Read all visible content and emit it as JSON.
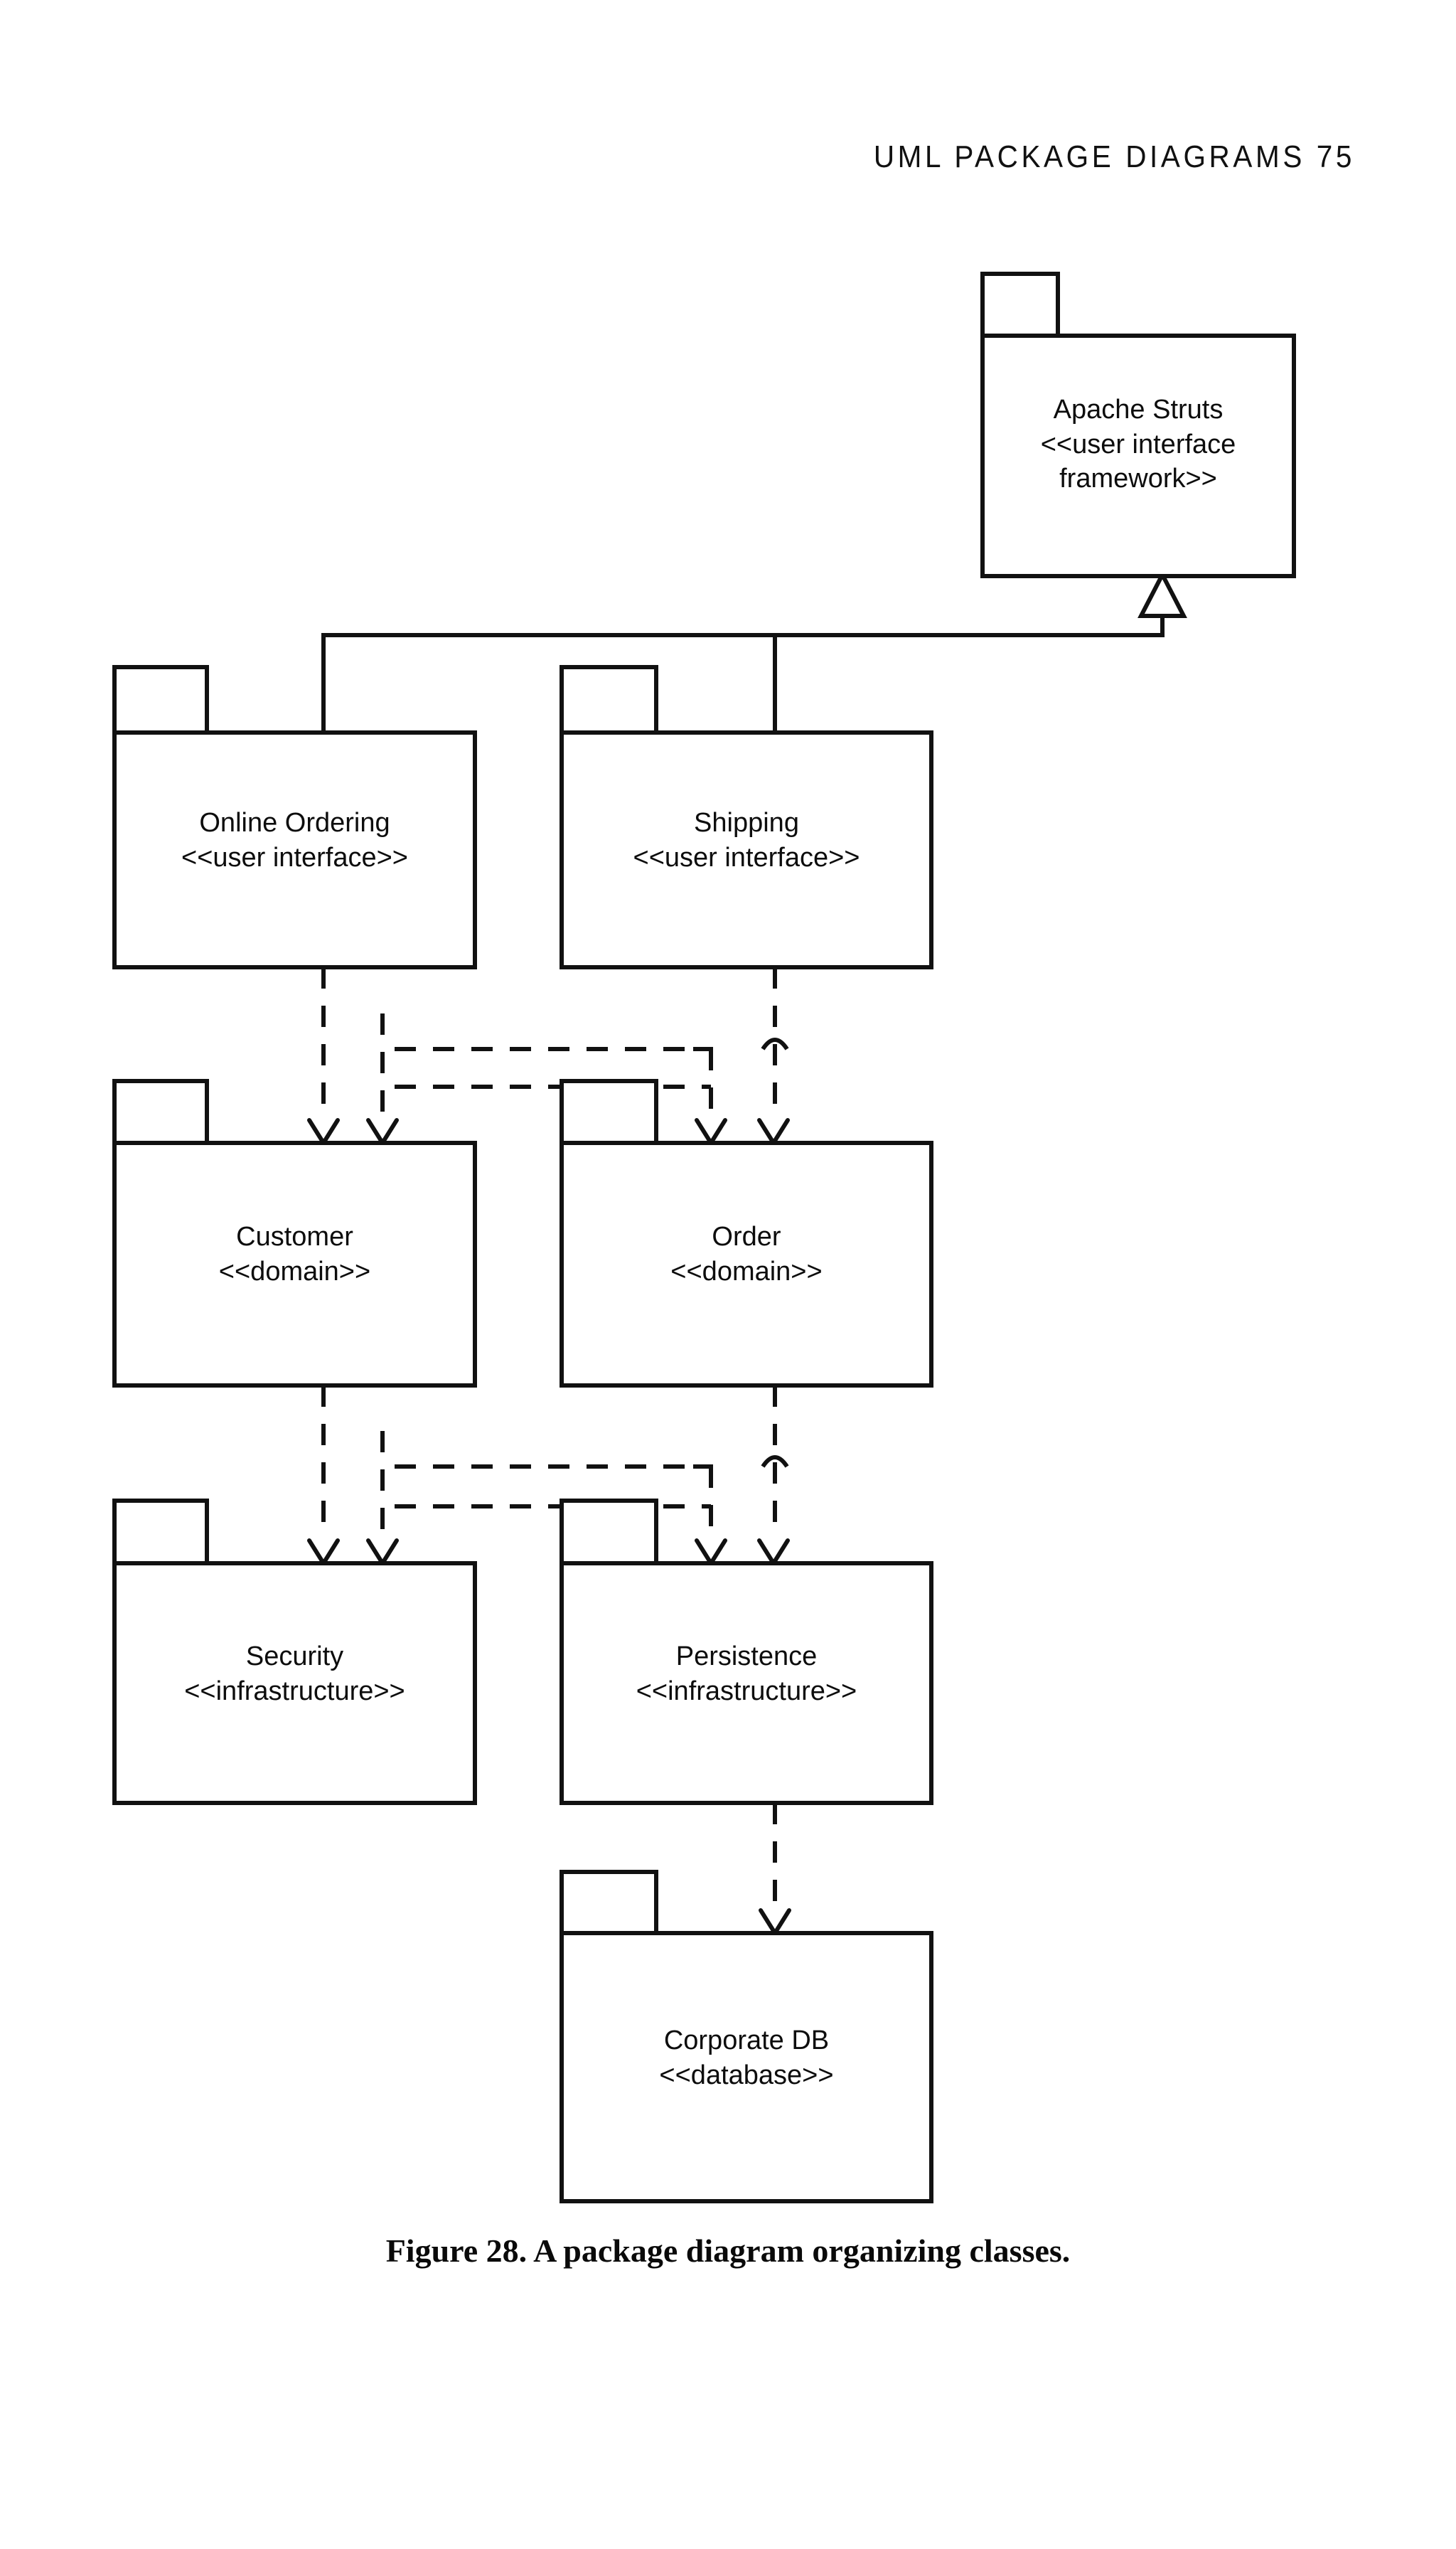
{
  "page": {
    "running_head": "UML PACKAGE DIAGRAMS 75",
    "caption": "Figure 28.  A package diagram organizing classes.",
    "background_color": "#ffffff",
    "line_color": "#111111"
  },
  "diagram": {
    "type": "uml-package-diagram",
    "packages": [
      {
        "id": "apache-struts",
        "name": "Apache Struts",
        "stereotype": "<<user interface framework>>",
        "label_lines": [
          "Apache Struts",
          "<<user interface",
          "framework>>"
        ],
        "layer": "framework"
      },
      {
        "id": "online-ordering",
        "name": "Online Ordering",
        "stereotype": "<<user interface>>",
        "label_lines": [
          "Online Ordering",
          "<<user interface>>"
        ],
        "layer": "user interface"
      },
      {
        "id": "shipping",
        "name": "Shipping",
        "stereotype": "<<user interface>>",
        "label_lines": [
          "Shipping",
          "<<user interface>>"
        ],
        "layer": "user interface"
      },
      {
        "id": "customer",
        "name": "Customer",
        "stereotype": "<<domain>>",
        "label_lines": [
          "Customer",
          "<<domain>>"
        ],
        "layer": "domain"
      },
      {
        "id": "order",
        "name": "Order",
        "stereotype": "<<domain>>",
        "label_lines": [
          "Order",
          "<<domain>>"
        ],
        "layer": "domain"
      },
      {
        "id": "security",
        "name": "Security",
        "stereotype": "<<infrastructure>>",
        "label_lines": [
          "Security",
          "<<infrastructure>>"
        ],
        "layer": "infrastructure"
      },
      {
        "id": "persistence",
        "name": "Persistence",
        "stereotype": "<<infrastructure>>",
        "label_lines": [
          "Persistence",
          "<<infrastructure>>"
        ],
        "layer": "infrastructure"
      },
      {
        "id": "corporate-db",
        "name": "Corporate DB",
        "stereotype": "<<database>>",
        "label_lines": [
          "Corporate DB",
          "<<database>>"
        ],
        "layer": "database"
      }
    ],
    "relationships": [
      {
        "kind": "generalization",
        "from": "online-ordering",
        "to": "apache-struts"
      },
      {
        "kind": "generalization",
        "from": "shipping",
        "to": "apache-struts"
      },
      {
        "kind": "dependency",
        "from": "online-ordering",
        "to": "customer"
      },
      {
        "kind": "dependency",
        "from": "online-ordering",
        "to": "order"
      },
      {
        "kind": "dependency",
        "from": "shipping",
        "to": "customer"
      },
      {
        "kind": "dependency",
        "from": "shipping",
        "to": "order"
      },
      {
        "kind": "dependency",
        "from": "customer",
        "to": "security"
      },
      {
        "kind": "dependency",
        "from": "customer",
        "to": "persistence"
      },
      {
        "kind": "dependency",
        "from": "order",
        "to": "security"
      },
      {
        "kind": "dependency",
        "from": "order",
        "to": "persistence"
      },
      {
        "kind": "dependency",
        "from": "persistence",
        "to": "corporate-db"
      }
    ]
  }
}
